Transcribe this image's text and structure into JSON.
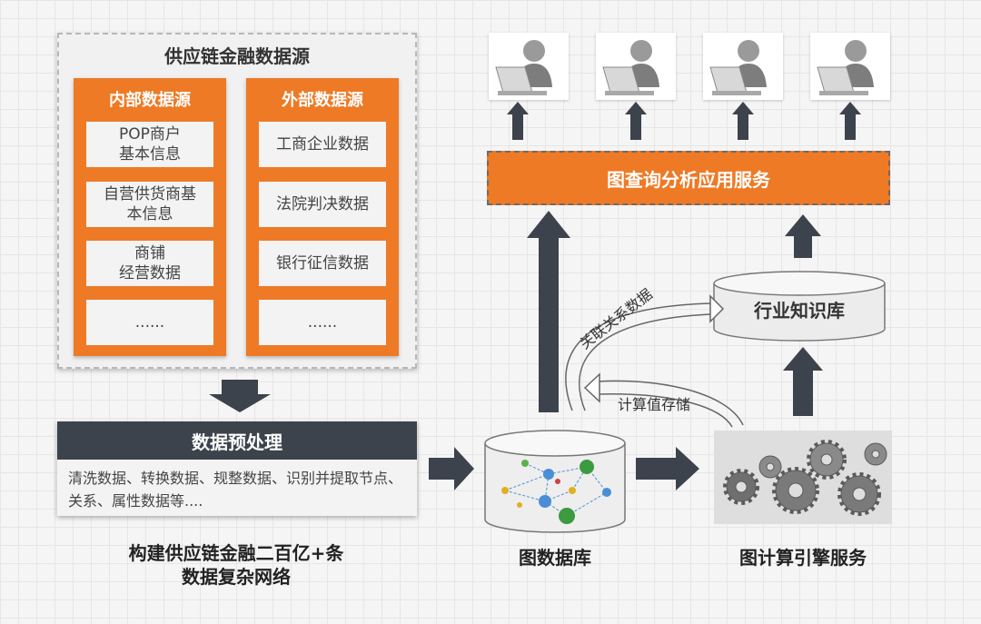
{
  "sources": {
    "title": "供应链金融数据源",
    "internal": {
      "title": "内部数据源",
      "items": [
        "POP商户\n基本信息",
        "自营供货商基\n本信息",
        "商铺\n经营数据",
        "......"
      ]
    },
    "external": {
      "title": "外部数据源",
      "items": [
        "工商企业数据",
        "法院判决数据",
        "银行征信数据",
        "......"
      ]
    }
  },
  "preprocess": {
    "title": "数据预处理",
    "description": "清洗数据、转换数据、规整数据、识别并提取节点、关系、属性数据等...."
  },
  "caption_network": "构建供应链金融二百亿+条\n数据复杂网络",
  "graph_db": {
    "label": "图数据库"
  },
  "graph_engine": {
    "label": "图计算引擎服务"
  },
  "query_service": {
    "label": "图查询分析应用服务"
  },
  "knowledge_base": {
    "label": "行业知识库"
  },
  "flows": {
    "relation_data": "关联关系数据",
    "store_values": "计算值存储"
  },
  "colors": {
    "orange": "#ee7a26",
    "dark": "#3d434c",
    "panel": "#f1f1f1"
  },
  "icons": [
    "user-at-laptop-icon",
    "gears-icon",
    "graph-network-icon",
    "arrow-up-icon",
    "arrow-right-icon",
    "arrow-down-icon"
  ]
}
